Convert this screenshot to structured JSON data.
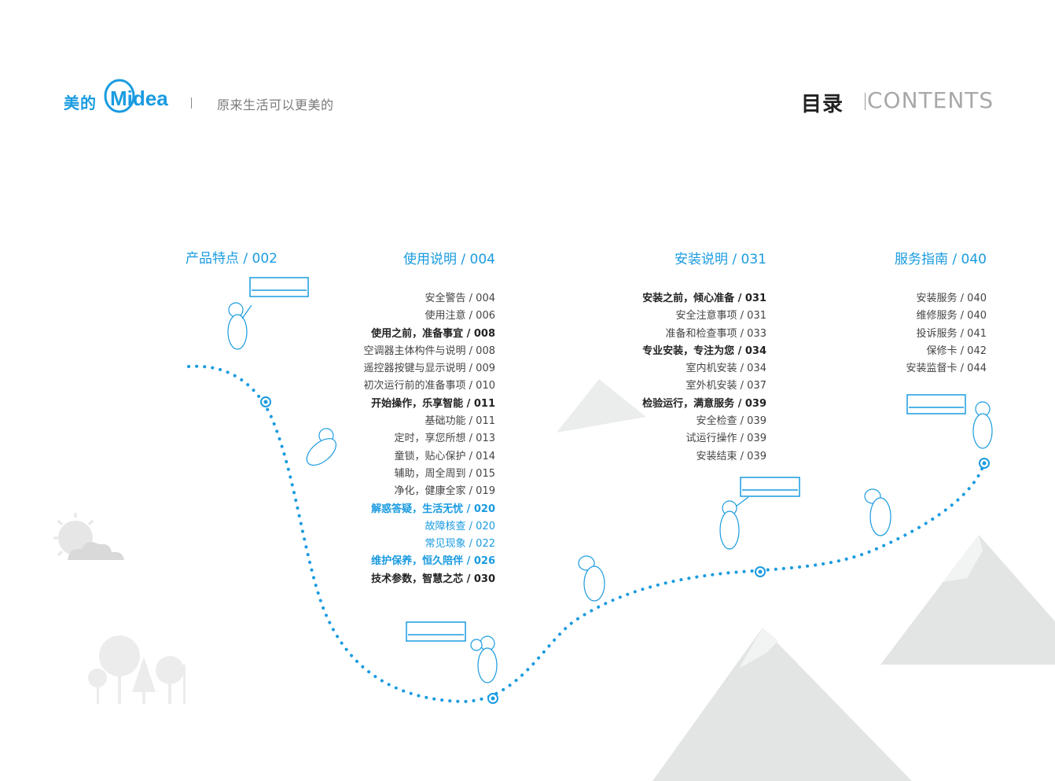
{
  "header": {
    "brand_cn": "美的",
    "brand_logo": "Midea",
    "slogan": "原来生活可以更美的",
    "toc_cn": "目录",
    "toc_en": "CONTENTS"
  },
  "sections": [
    {
      "title": "产品特点 / 002",
      "items": []
    },
    {
      "title": "使用说明 / 004",
      "items": [
        {
          "text": "安全警告 / 004",
          "style": "normal"
        },
        {
          "text": "使用注意 / 006",
          "style": "normal"
        },
        {
          "text": "使用之前，准备事宜 / 008",
          "style": "bold"
        },
        {
          "text": "空调器主体构件与说明 / 008",
          "style": "normal"
        },
        {
          "text": "遥控器按键与显示说明 / 009",
          "style": "normal"
        },
        {
          "text": "初次运行前的准备事项 / 010",
          "style": "normal"
        },
        {
          "text": "开始操作，乐享智能 / 011",
          "style": "bold"
        },
        {
          "text": "基础功能 / 011",
          "style": "normal"
        },
        {
          "text": "定时，享您所想 / 013",
          "style": "normal"
        },
        {
          "text": "童锁，贴心保护 / 014",
          "style": "normal"
        },
        {
          "text": "辅助，周全周到 / 015",
          "style": "normal"
        },
        {
          "text": "净化，健康全家 / 019",
          "style": "normal"
        },
        {
          "text": "解惑答疑，生活无忧 / 020",
          "style": "blue-bold"
        },
        {
          "text": "故障核查 / 020",
          "style": "blue"
        },
        {
          "text": "常见现象 / 022",
          "style": "blue"
        },
        {
          "text": "维护保养，恒久陪伴 / 026",
          "style": "blue-bold"
        },
        {
          "text": "技术参数，智慧之芯 / 030",
          "style": "bold"
        }
      ]
    },
    {
      "title": "安装说明 / 031",
      "items": [
        {
          "text": "安装之前，倾心准备 / 031",
          "style": "bold"
        },
        {
          "text": "安全注意事项 / 031",
          "style": "normal"
        },
        {
          "text": "准备和检查事项 / 033",
          "style": "normal"
        },
        {
          "text": "专业安装，专注为您 / 034",
          "style": "bold"
        },
        {
          "text": "室内机安装 / 034",
          "style": "normal"
        },
        {
          "text": "室外机安装 / 037",
          "style": "normal"
        },
        {
          "text": "检验运行，满意服务 / 039",
          "style": "bold"
        },
        {
          "text": "安全检查 / 039",
          "style": "normal"
        },
        {
          "text": "试运行操作 / 039",
          "style": "normal"
        },
        {
          "text": "安装结束 / 039",
          "style": "normal"
        }
      ]
    },
    {
      "title": "服务指南 / 040",
      "items": [
        {
          "text": "安装服务 / 040",
          "style": "normal"
        },
        {
          "text": "维修服务 / 040",
          "style": "normal"
        },
        {
          "text": "投诉服务 / 041",
          "style": "normal"
        },
        {
          "text": "保修卡 / 042",
          "style": "normal"
        },
        {
          "text": "安装监督卡 / 044",
          "style": "normal"
        }
      ]
    }
  ],
  "colors": {
    "brand_blue": "#1a9be0",
    "mountain_gray": "#e3e5e5",
    "text_dark": "#222222"
  },
  "icons": [
    "midea-logo",
    "sun-cloud-icon",
    "trees-icon",
    "mountain-icon",
    "polar-bear-icon",
    "air-conditioner-icon",
    "path-node-icon"
  ]
}
